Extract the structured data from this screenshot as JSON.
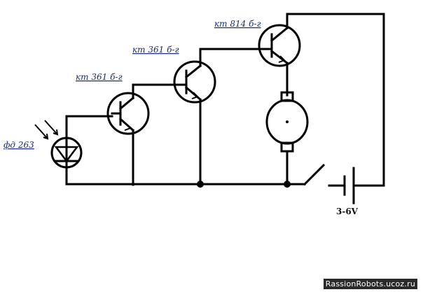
{
  "labels": {
    "photodiode": "фд 263",
    "transistor_1": "кт 361 б-г",
    "transistor_2": "кт 361 б-г",
    "transistor_3": "кт 814 б-г",
    "voltage": "3-6V"
  },
  "watermark": "RassionRobots.ucoz.ru",
  "colors": {
    "wire": "#000000",
    "label": "#1a2c6e",
    "background": "#ffffff",
    "watermark_bg": "#2a2a2a"
  },
  "icons": [
    "photodiode-icon",
    "light-arrows-icon",
    "pnp-transistor-icon",
    "motor-icon",
    "switch-icon",
    "battery-icon"
  ]
}
